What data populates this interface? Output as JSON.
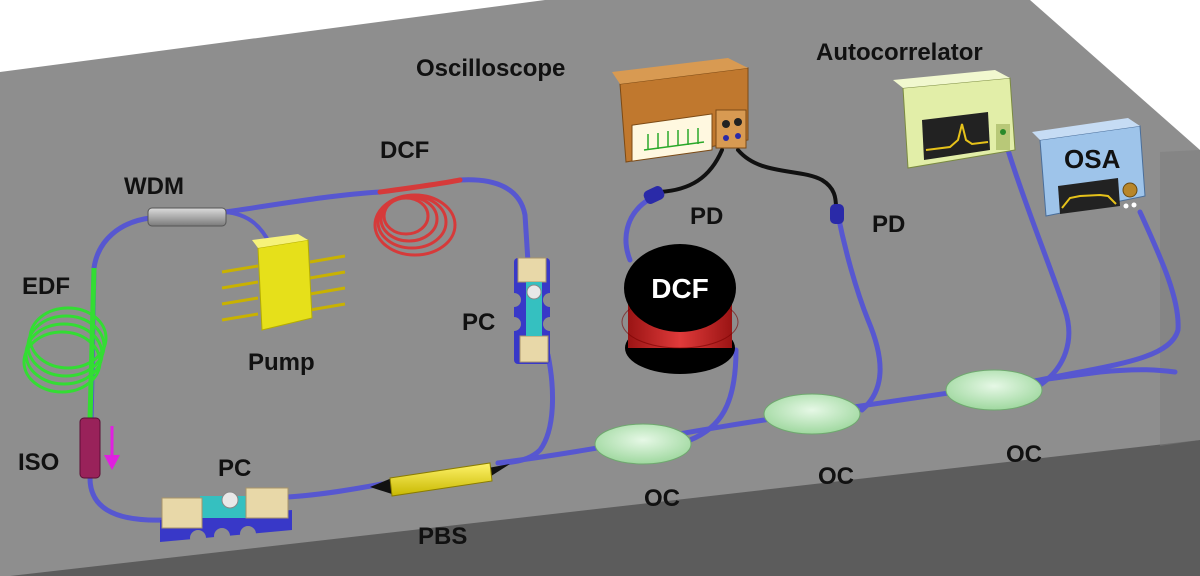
{
  "labels": {
    "oscilloscope": "Oscilloscope",
    "autocorrelator": "Autocorrelator",
    "osa": "OSA",
    "dcf_top": "DCF",
    "dcf_spool": "DCF",
    "wdm": "WDM",
    "edf": "EDF",
    "pump": "Pump",
    "pc_mid": "PC",
    "pc_bottom": "PC",
    "pd_left": "PD",
    "pd_right": "PD",
    "iso": "ISO",
    "pbs": "PBS",
    "oc_1": "OC",
    "oc_2": "OC",
    "oc_3": "OC"
  },
  "colors": {
    "table_top": "#8c8c8c",
    "table_side": "#5e5e5e",
    "fiber": "#5a5ad6",
    "dcf_fiber": "#d63a3a",
    "edf_fiber": "#33dd33",
    "coupler": "#b9e8b9",
    "pump": "#e6e01a",
    "pbs": "#e8d81a",
    "isolator": "#99225a",
    "arrow": "#e020e0",
    "oscilloscope_body": "#c0782e",
    "autocorrelator_body": "#e2eea8",
    "osa_body": "#9ec4ea",
    "spool_top": "#000000",
    "spool_body": "#cc2828",
    "pc_block": "#e8d8a8",
    "pc_base": "#3838c8"
  }
}
